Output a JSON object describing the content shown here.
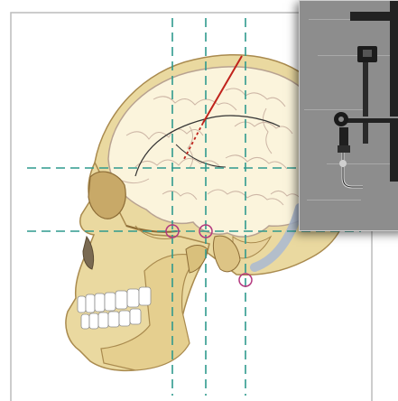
{
  "figure": {
    "subject": "skull-lateral-view-with-brain-and-reference-lines",
    "colors": {
      "bone": "#ead9a0",
      "bone_shadow": "#c8a968",
      "brain": "#fbf4dc",
      "brain_sulci": "#cdb6a6",
      "guide_line": "#2f9a8e",
      "marker": "#b3387e",
      "probe": "#c0231c",
      "dura_band": "#a9b9d2",
      "frame": "#bcbcbc"
    },
    "markers": [
      "marker-1",
      "marker-2",
      "marker-3"
    ],
    "inset_photo": {
      "subject": "black-and-white-photo-of-stereotactic-frame",
      "colors": {
        "background": "#8d8d8d",
        "metal": "#222222",
        "highlight": "#d8d8d8"
      }
    }
  }
}
